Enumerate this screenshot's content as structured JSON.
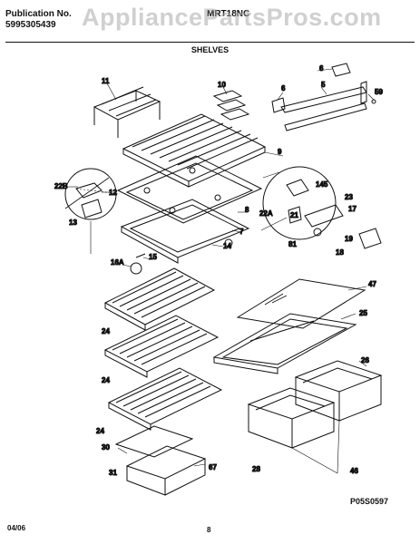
{
  "header": {
    "publication_label": "Publication No.",
    "publication_number": "5995305439",
    "model": "MRT18NC",
    "section_title": "SHELVES",
    "watermark": "AppliancePartsPros.com"
  },
  "callouts": [
    "11",
    "10",
    "6",
    "5",
    "59",
    "6",
    "9",
    "22B",
    "12",
    "13",
    "8",
    "145",
    "23",
    "22A",
    "17",
    "21",
    "7",
    "14",
    "19",
    "81",
    "18",
    "15",
    "16A",
    "47",
    "25",
    "24",
    "24",
    "26",
    "24",
    "30",
    "28",
    "46",
    "31",
    "67"
  ],
  "reference_code": "P05S0597",
  "footer": {
    "date": "04/06",
    "page": "8"
  }
}
